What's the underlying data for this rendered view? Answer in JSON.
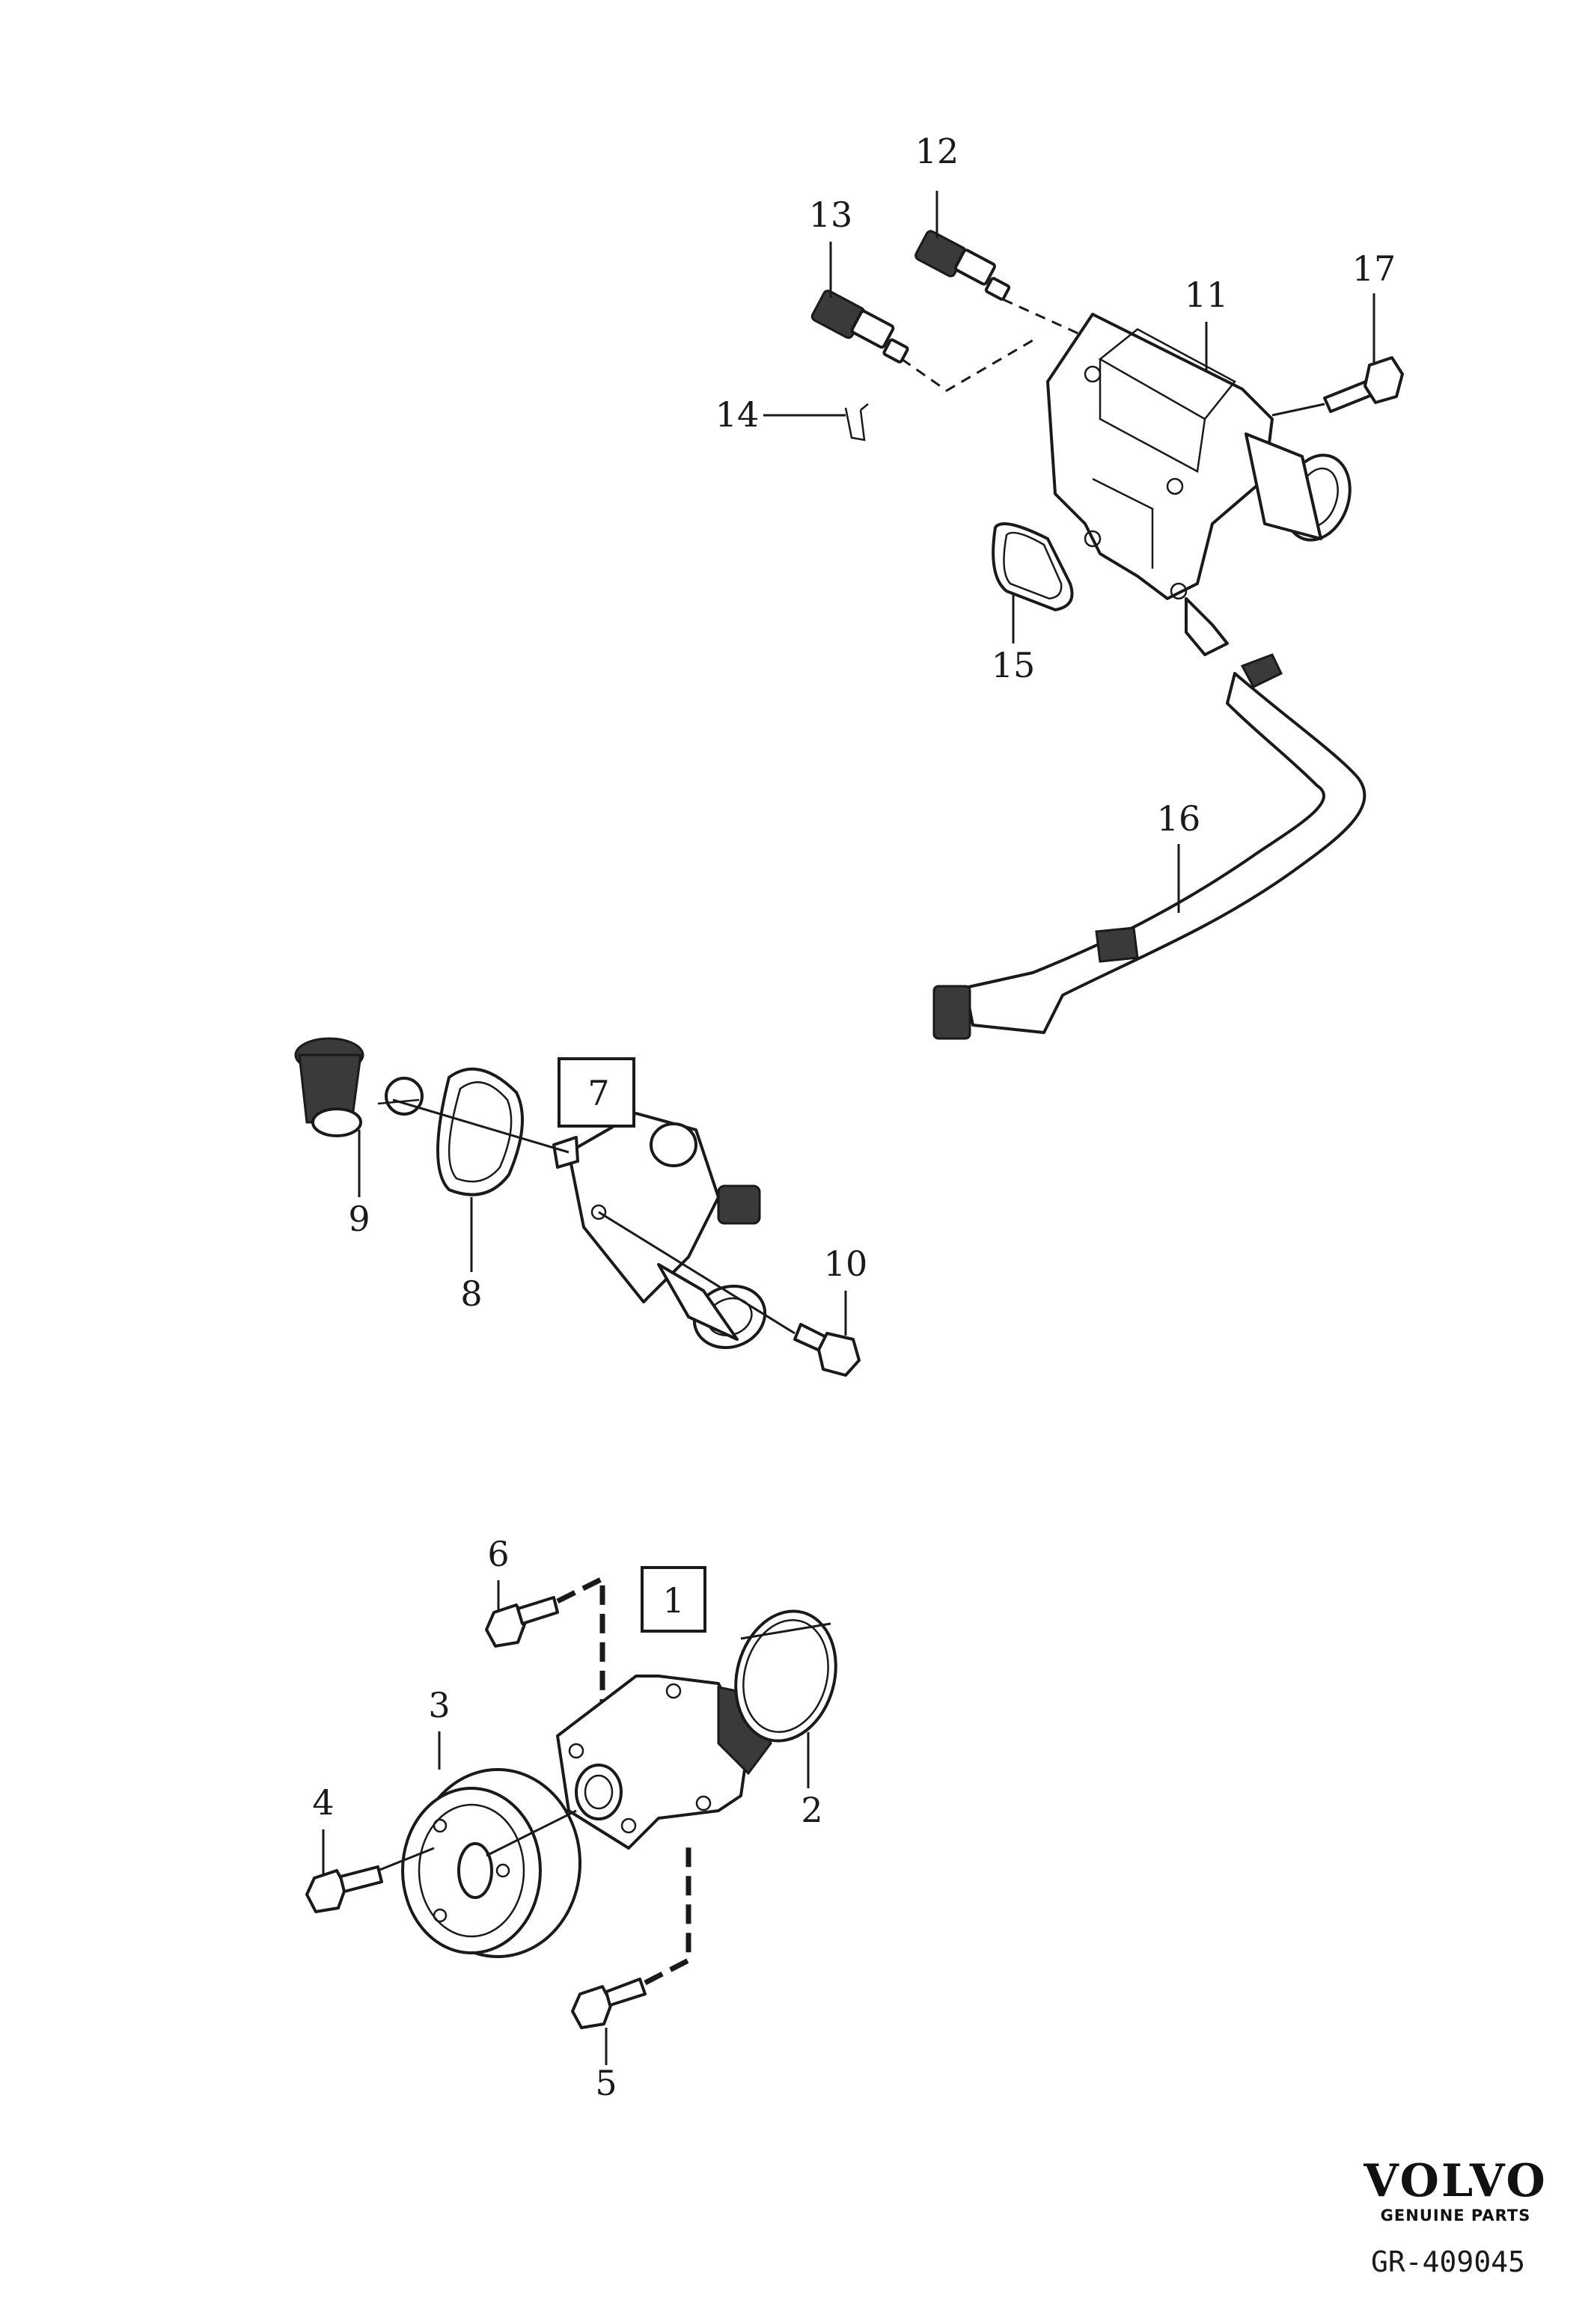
{
  "callouts": {
    "c1": "1",
    "c2": "2",
    "c3": "3",
    "c4": "4",
    "c5": "5",
    "c6": "6",
    "c7": "7",
    "c8": "8",
    "c9": "9",
    "c10": "10",
    "c11": "11",
    "c12": "12",
    "c13": "13",
    "c14": "14",
    "c15": "15",
    "c16": "16",
    "c17": "17"
  },
  "brand": {
    "name": "VOLVO",
    "tagline": "GENUINE PARTS"
  },
  "reference": "GR-409045"
}
